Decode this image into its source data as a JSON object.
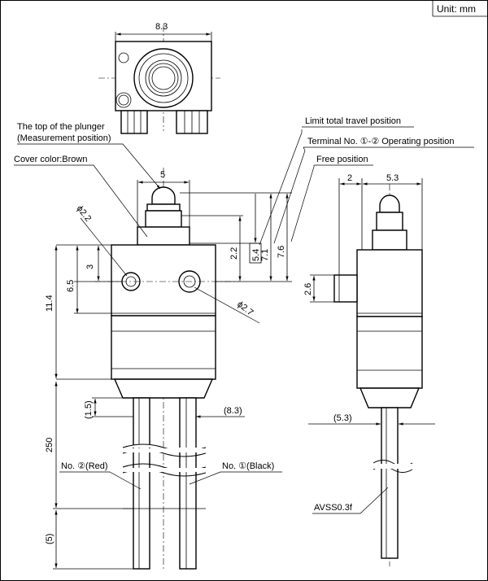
{
  "unit_label": "Unit: mm",
  "annotations": {
    "plunger_top": "The top of the plunger",
    "measurement_position": "(Measurement position)",
    "cover_color": "Cover color:Brown",
    "limit_total_travel": "Limit total travel position",
    "operating_position": "Terminal No. ①-② Operating position",
    "free_position": "Free position",
    "wire_no2": "No. ②(Red)",
    "wire_no1": "No. ①(Black)",
    "wire_spec": "AVSS0.3f"
  },
  "dimensions": {
    "top_width": "8.3",
    "plunger_width": "5",
    "hole_left": "ϕ2.2",
    "hole_right": "ϕ2.7",
    "hole_height": "3",
    "body_6_5": "6.5",
    "body_11_4": "11.4",
    "d_2_2": "2.2",
    "d_5_4": "5.4",
    "d_7_1": "7.1",
    "d_7_6": "7.6",
    "d_1_5": "(1.5)",
    "d_8_3": "(8.3)",
    "d_250": "250",
    "d_5": "(5)",
    "side_2": "2",
    "side_5_3": "5.3",
    "side_2_6": "2.6",
    "side_5_3_paren": "(5.3)"
  }
}
